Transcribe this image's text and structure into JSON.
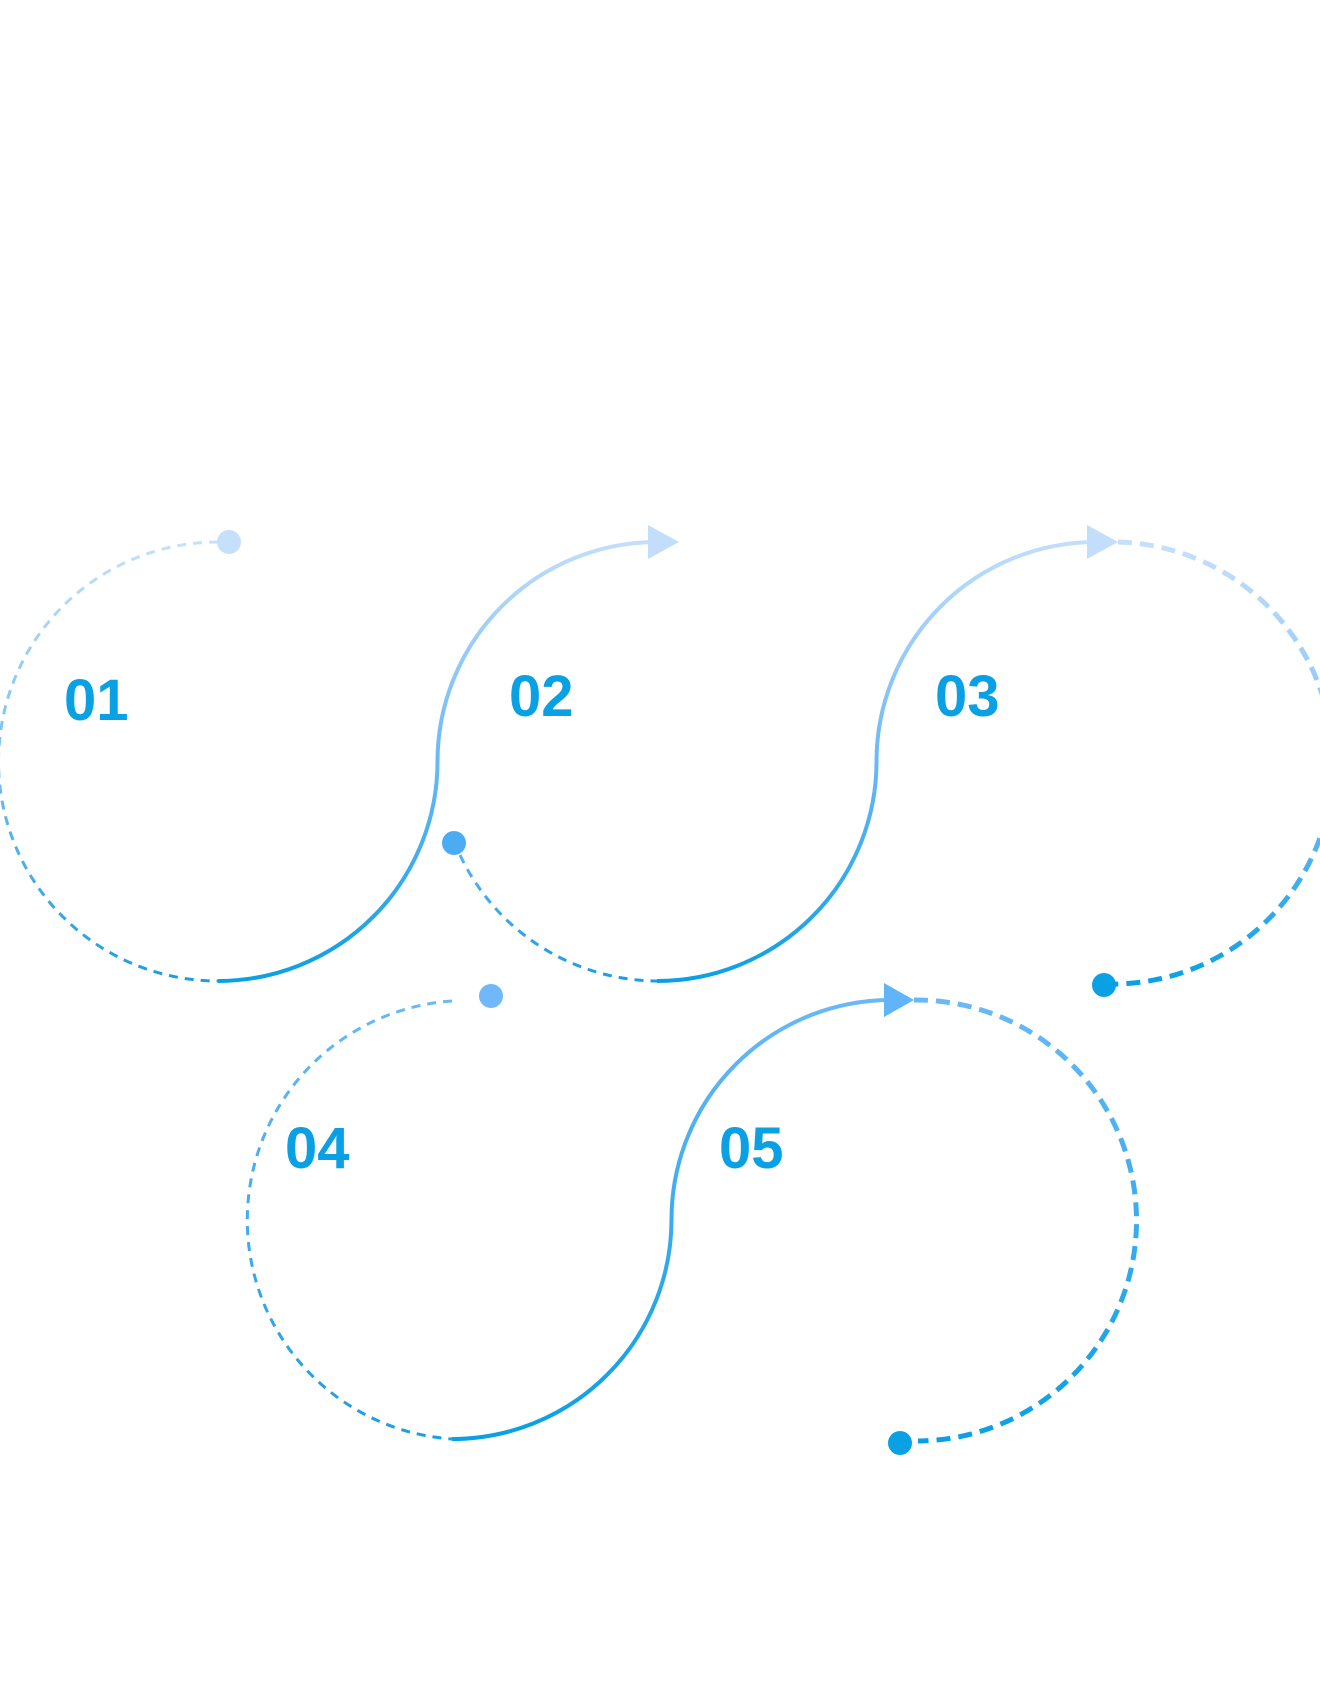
{
  "steps": [
    {
      "number": "01"
    },
    {
      "number": "02"
    },
    {
      "number": "03"
    },
    {
      "number": "04"
    },
    {
      "number": "05"
    }
  ],
  "colors": {
    "number_text": "#0aa0e4",
    "primary": "#0aa0e4",
    "mid": "#60b4f7",
    "light": "#bcdcfb"
  }
}
